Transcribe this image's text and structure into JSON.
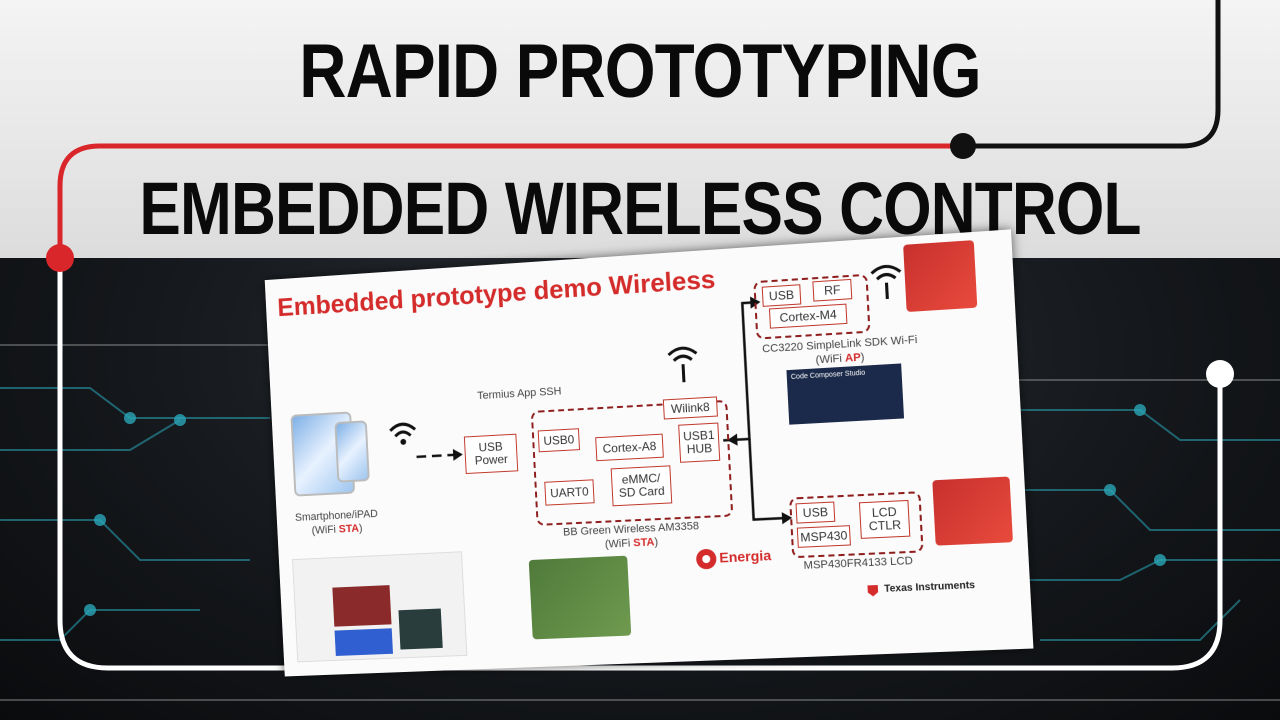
{
  "titles": {
    "line1": "RAPID PROTOTYPING",
    "line2": "EMBEDDED WIRELESS CONTROL"
  },
  "colors": {
    "accent_red": "#d42b2b",
    "line_red": "#d9262b",
    "line_black": "#111111",
    "line_white": "#ffffff",
    "circuit_teal": "#2aa6b8"
  },
  "slide": {
    "title": "Embedded prototype demo Wireless",
    "ssh_label": "Termius App SSH",
    "usb_power": "USB Power",
    "usb0": "USB0",
    "cortex_a8": "Cortex-A8",
    "wilink": "Wilink8",
    "usb1_hub": "USB1 HUB",
    "uart0": "UART0",
    "emmc": "eMMC/ SD Card",
    "bb_label": "BB Green Wireless  AM3358",
    "bb_mode_prefix": "(WiFi ",
    "bb_mode": "STA",
    "bb_mode_suffix": ")",
    "phone_label": "Smartphone/iPAD",
    "phone_mode_prefix": "(WiFi ",
    "phone_mode": "STA",
    "phone_mode_suffix": ")",
    "cc_usb": "USB",
    "cc_rf": "RF",
    "cc_cortex": "Cortex-M4",
    "cc_label": "CC3220  SimpleLink SDK Wi-Fi",
    "cc_mode_prefix": "(WiFi ",
    "cc_mode": "AP",
    "cc_mode_suffix": ")",
    "msp_usb": "USB",
    "msp_core": "MSP430",
    "lcd_ctlr": "LCD CTLR",
    "msp_label": "MSP430FR4133 LCD",
    "energia": "Energia",
    "ti_logo": "Texas Instruments",
    "ccs_text": "Code Composer Studio"
  }
}
